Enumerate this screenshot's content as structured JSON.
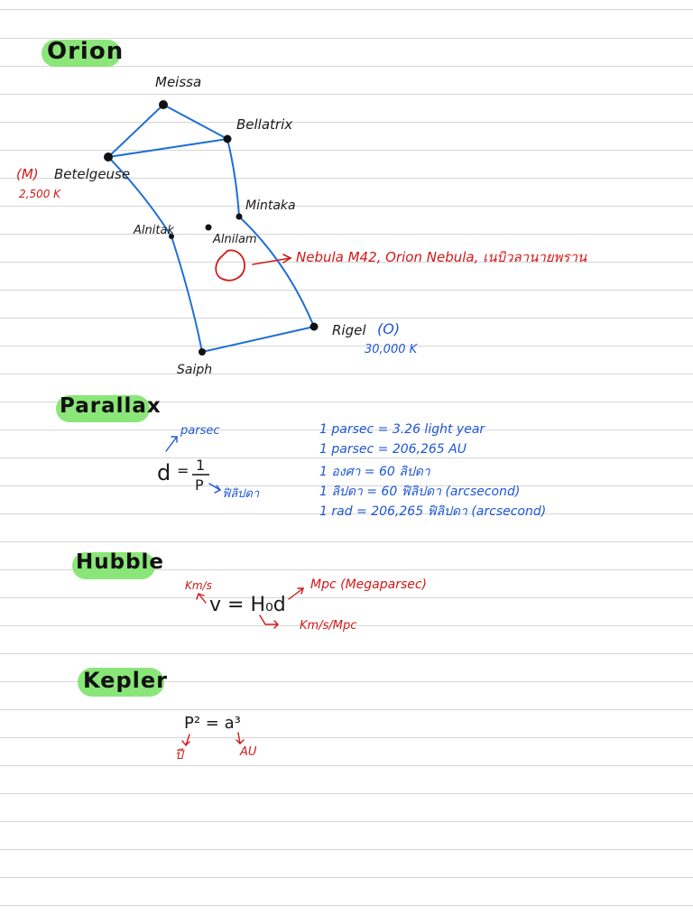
{
  "orion": {
    "heading": "Orion",
    "stars": {
      "meissa": "Meissa",
      "bellatrix": "Bellatrix",
      "betelgeuse": "Betelgeuse",
      "mintaka": "Mintaka",
      "alnitak": "Alnitak",
      "alnilam": "Alnilam",
      "rigel": "Rigel",
      "saiph": "Saiph"
    },
    "betelgeuse_class": "(M)",
    "betelgeuse_temp": "2,500 K",
    "rigel_class": "(O)",
    "rigel_temp": "30,000 K",
    "nebula_note": "Nebula M42,  Orion Nebula, เนบิวลานายพราน"
  },
  "parallax": {
    "heading": "Parallax",
    "d_label": "d",
    "eq_label": "=",
    "numerator": "1",
    "denominator": "P",
    "d_unit": "parsec",
    "p_unit": "ฟิลิปดา",
    "facts": [
      "1 parsec = 3.26 light year",
      "1 parsec = 206,265 AU",
      "1 องศา = 60 ลิปดา",
      "1 ลิปดา = 60 ฟิลิปดา (arcsecond)",
      "1 rad = 206,265 ฟิลิปดา (arcsecond)"
    ]
  },
  "hubble": {
    "heading": "Hubble",
    "formula": "v = H₀d",
    "v_unit": "Km/s",
    "d_unit": "Mpc (Megaparsec)",
    "h_unit": "Km/s/Mpc"
  },
  "kepler": {
    "heading": "Kepler",
    "formula": "P² = a³",
    "p_unit": "ปี",
    "a_unit": "AU"
  },
  "colors": {
    "highlight": "#7ee36a",
    "line_blue": "#1f6fd6",
    "note_red": "#d11818",
    "note_blue": "#1f56d6"
  }
}
